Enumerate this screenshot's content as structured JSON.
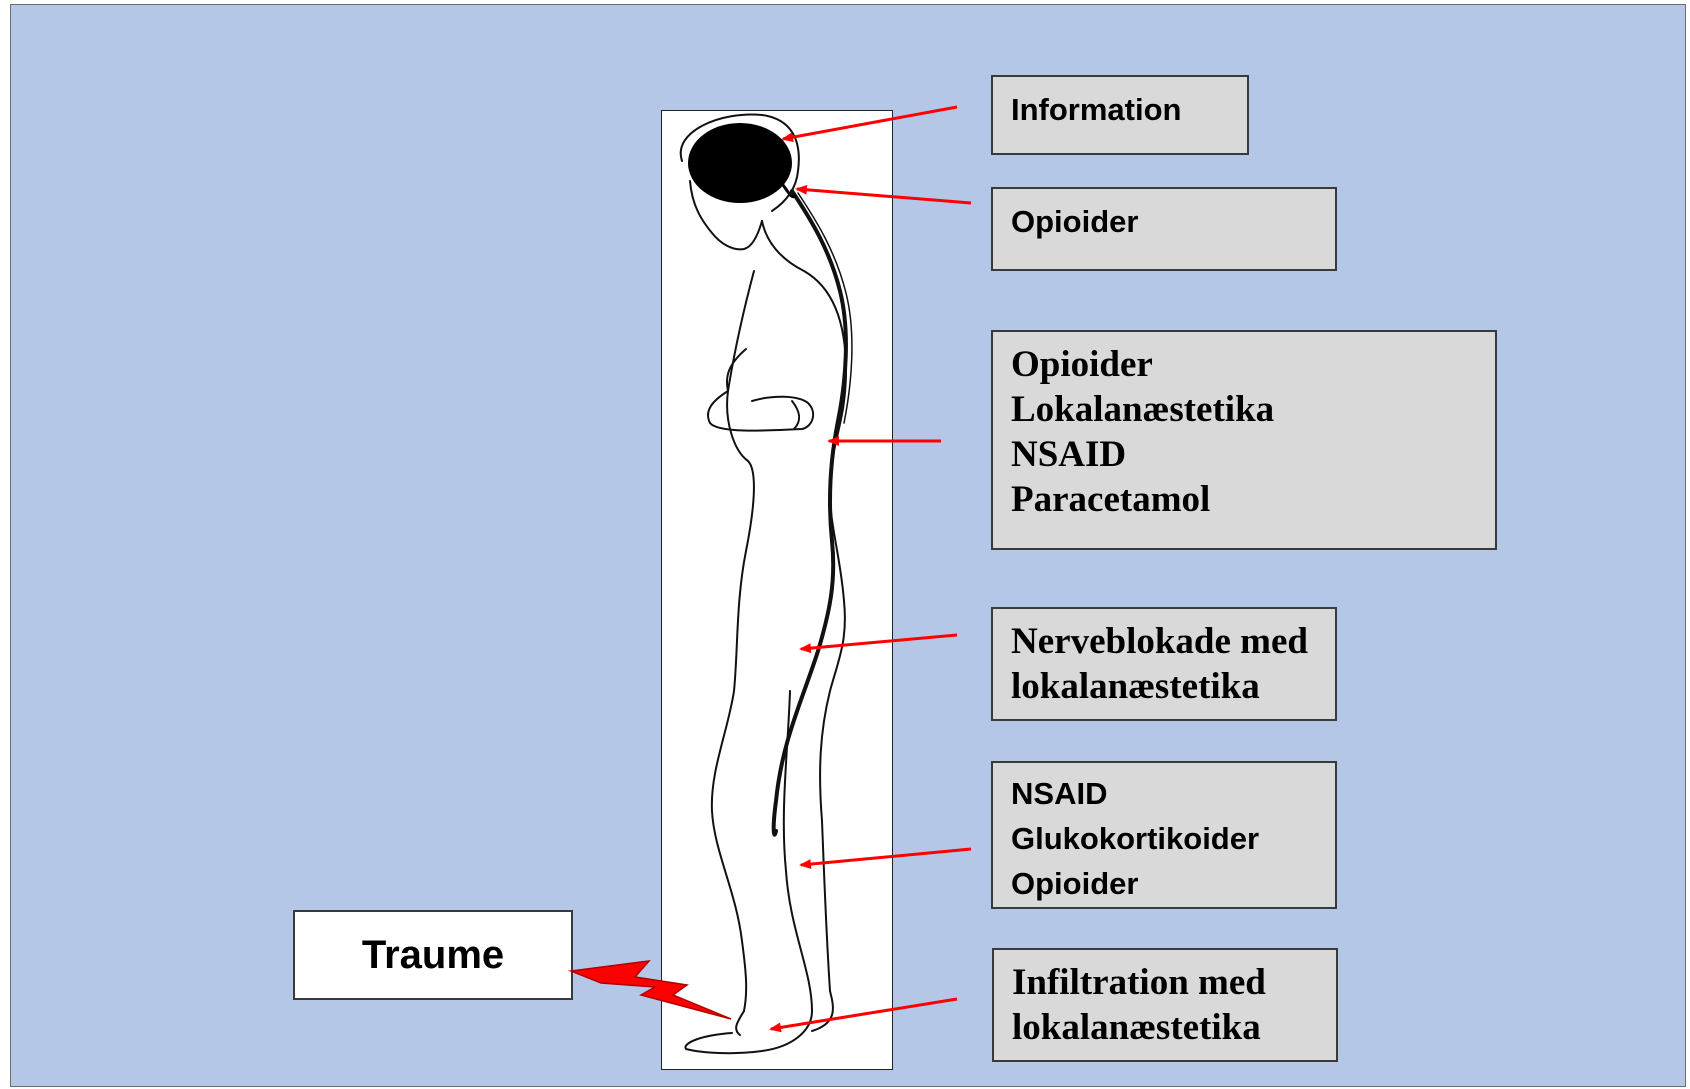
{
  "labels": [
    {
      "id": "information",
      "lines": [
        "Information"
      ]
    },
    {
      "id": "opioider-brain",
      "lines": [
        "Opioider"
      ]
    },
    {
      "id": "spinal",
      "lines": [
        "Opioider",
        "Lokalanæstetika",
        "NSAID",
        "Paracetamol"
      ]
    },
    {
      "id": "nerve-block",
      "lines": [
        "Nerveblokade med",
        "lokalanæstetika"
      ]
    },
    {
      "id": "peripheral",
      "lines": [
        "NSAID",
        "Glukokortikoider",
        "Opioider"
      ]
    },
    {
      "id": "infiltration",
      "lines": [
        "Infiltration med",
        "lokalanæstetika"
      ]
    }
  ],
  "trauma": {
    "label": "Traume"
  },
  "colors": {
    "background": "#b4c7e7",
    "label_fill": "#d9d9d9",
    "arrow": "#ff0000",
    "lightning": "#ff0000"
  },
  "icons": {
    "figure": "human-figure-pain-pathway-icon",
    "trauma": "lightning-bolt-icon"
  }
}
